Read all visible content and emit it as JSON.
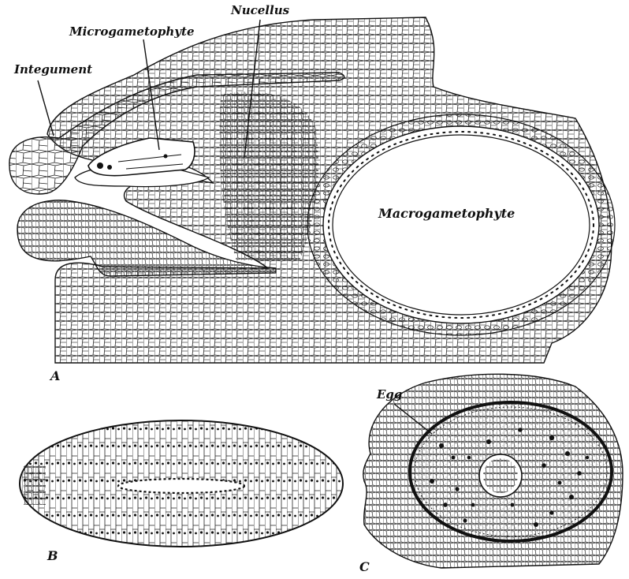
{
  "figure": {
    "labels": {
      "integument": "Integument",
      "microgametophyte": "Microgametophyte",
      "nucellus": "Nucellus",
      "macrogametophyte": "Macrogametophyte",
      "egg": "Egg"
    },
    "panels": {
      "a": "A",
      "b": "B",
      "c": "C"
    }
  },
  "colors": {
    "ink": "#111111",
    "paper": "#ffffff"
  }
}
